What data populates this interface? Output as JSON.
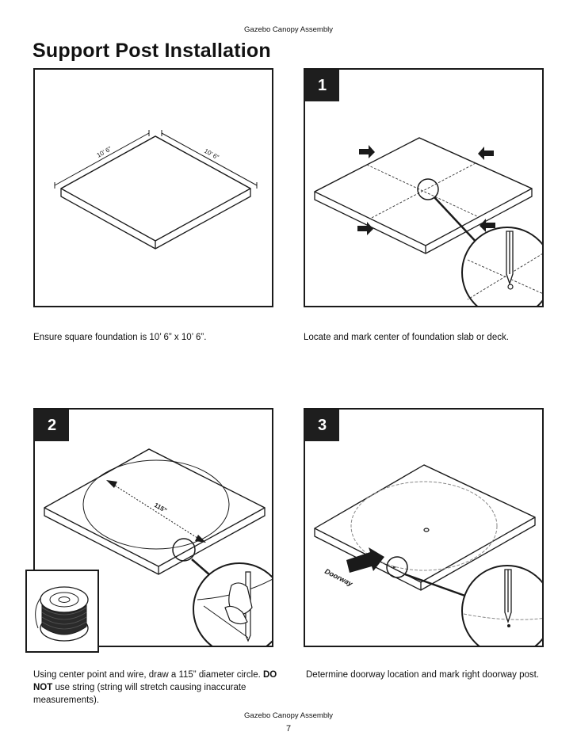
{
  "header": {
    "running_title": "Gazebo Canopy Assembly"
  },
  "page_title": "Support Post Installation",
  "steps": [
    {
      "number": "",
      "caption": "Ensure square foundation is 10’ 6” x 10’ 6”.",
      "dimensions": [
        "10’ 6”",
        "10’ 6”"
      ]
    },
    {
      "number": "1",
      "caption": "Locate and mark center of foundation slab or deck."
    },
    {
      "number": "2",
      "caption_part1": "Using center point and wire, draw a 115” diameter circle. ",
      "caption_bold": "DO NOT",
      "caption_part2": " use string (string will stretch causing inaccurate measurements).",
      "diameter_label": "115”"
    },
    {
      "number": "3",
      "caption": "Determine doorway location and mark right doorway post.",
      "doorway_label": "Doorway"
    }
  ],
  "footer": {
    "running_title": "Gazebo Canopy Assembly",
    "page_number": "7"
  }
}
